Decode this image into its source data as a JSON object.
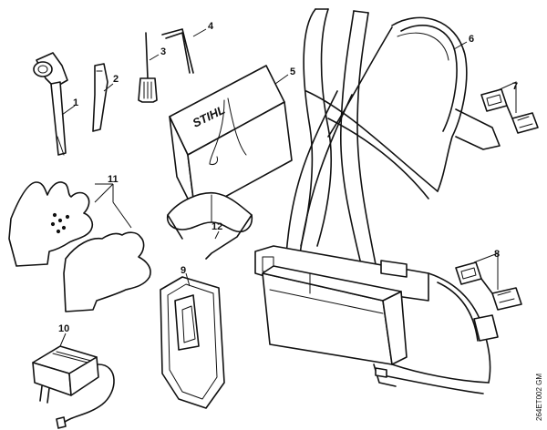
{
  "callouts": {
    "c1": "1",
    "c2": "2",
    "c3": "3",
    "c4": "4",
    "c5": "5",
    "c6": "6",
    "c7": "7",
    "c8": "8",
    "c9": "9",
    "c10": "10",
    "c11": "11",
    "c12": "12"
  },
  "brand_text": "STIHL",
  "doc_id": "264ET002 GM"
}
